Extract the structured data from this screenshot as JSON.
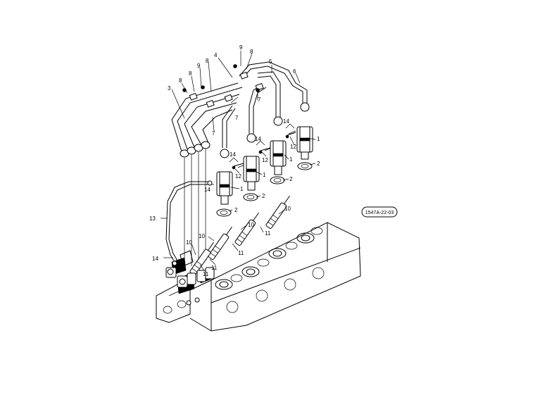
{
  "diagram": {
    "part_code": "1547A-22-03",
    "callouts": {
      "c1a": "1",
      "c1b": "1",
      "c1c": "1",
      "c1d": "1",
      "c2a": "2",
      "c2b": "2",
      "c2c": "2",
      "c2d": "2",
      "c3": "3",
      "c4": "4",
      "c5": "5",
      "c6a": "6",
      "c7a": "7",
      "c7b": "7",
      "c7c": "7",
      "c8a": "8",
      "c8b": "8",
      "c8c": "8",
      "c8d": "8",
      "c9a": "9",
      "c9b": "9",
      "c10a": "10",
      "c10b": "10",
      "c10c": "10",
      "c10d": "10",
      "c11a": "11",
      "c11b": "11",
      "c11c": "11",
      "c11d": "11",
      "c12a": "12",
      "c12b": "12",
      "c12c": "12",
      "c13": "13",
      "c14a": "14",
      "c14b": "14",
      "c14c": "14",
      "c14d": "14",
      "c14e": "14"
    }
  }
}
